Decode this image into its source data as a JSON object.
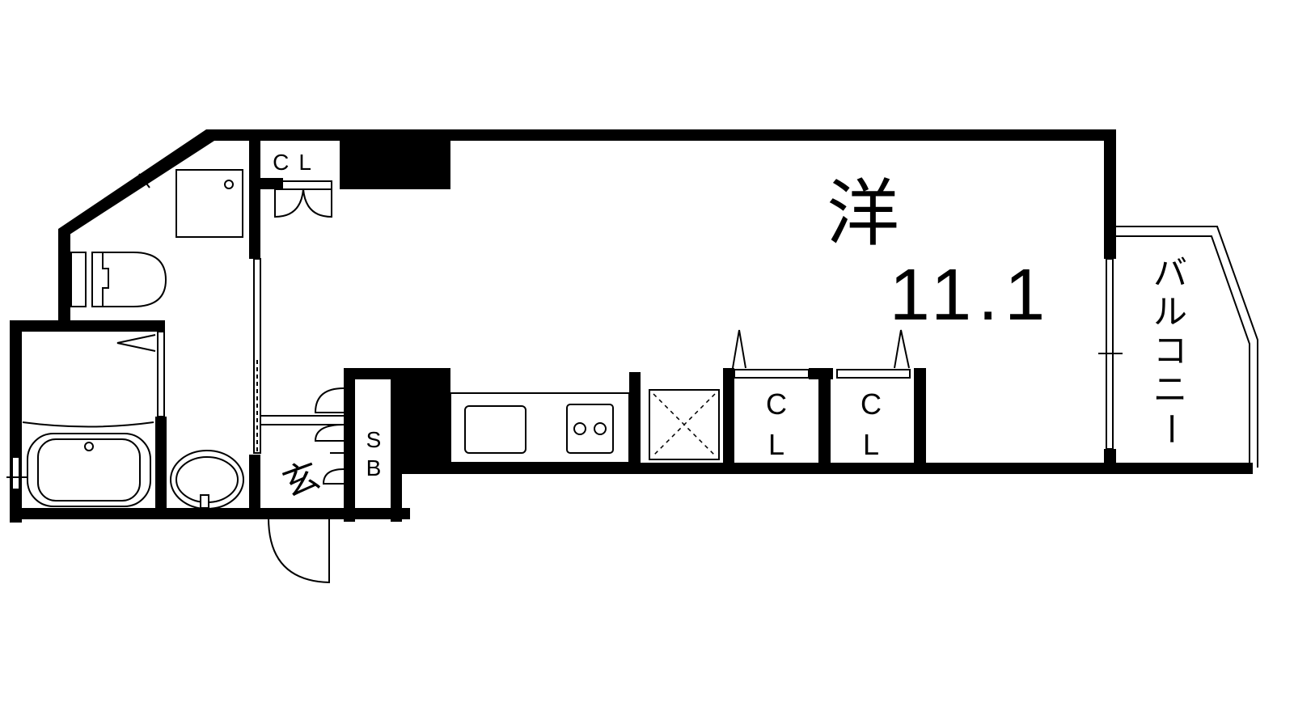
{
  "plan": {
    "room_main_label": "洋",
    "room_main_size": "11.1",
    "closet_top_label": "CL",
    "closet_1": {
      "line1": "C",
      "line2": "L"
    },
    "closet_2": {
      "line1": "C",
      "line2": "L"
    },
    "shoe_box": {
      "line1": "S",
      "line2": "B"
    },
    "entrance_label": "玄",
    "balcony_label": [
      "バ",
      "ル",
      "コ",
      "ニ",
      "ー"
    ]
  }
}
